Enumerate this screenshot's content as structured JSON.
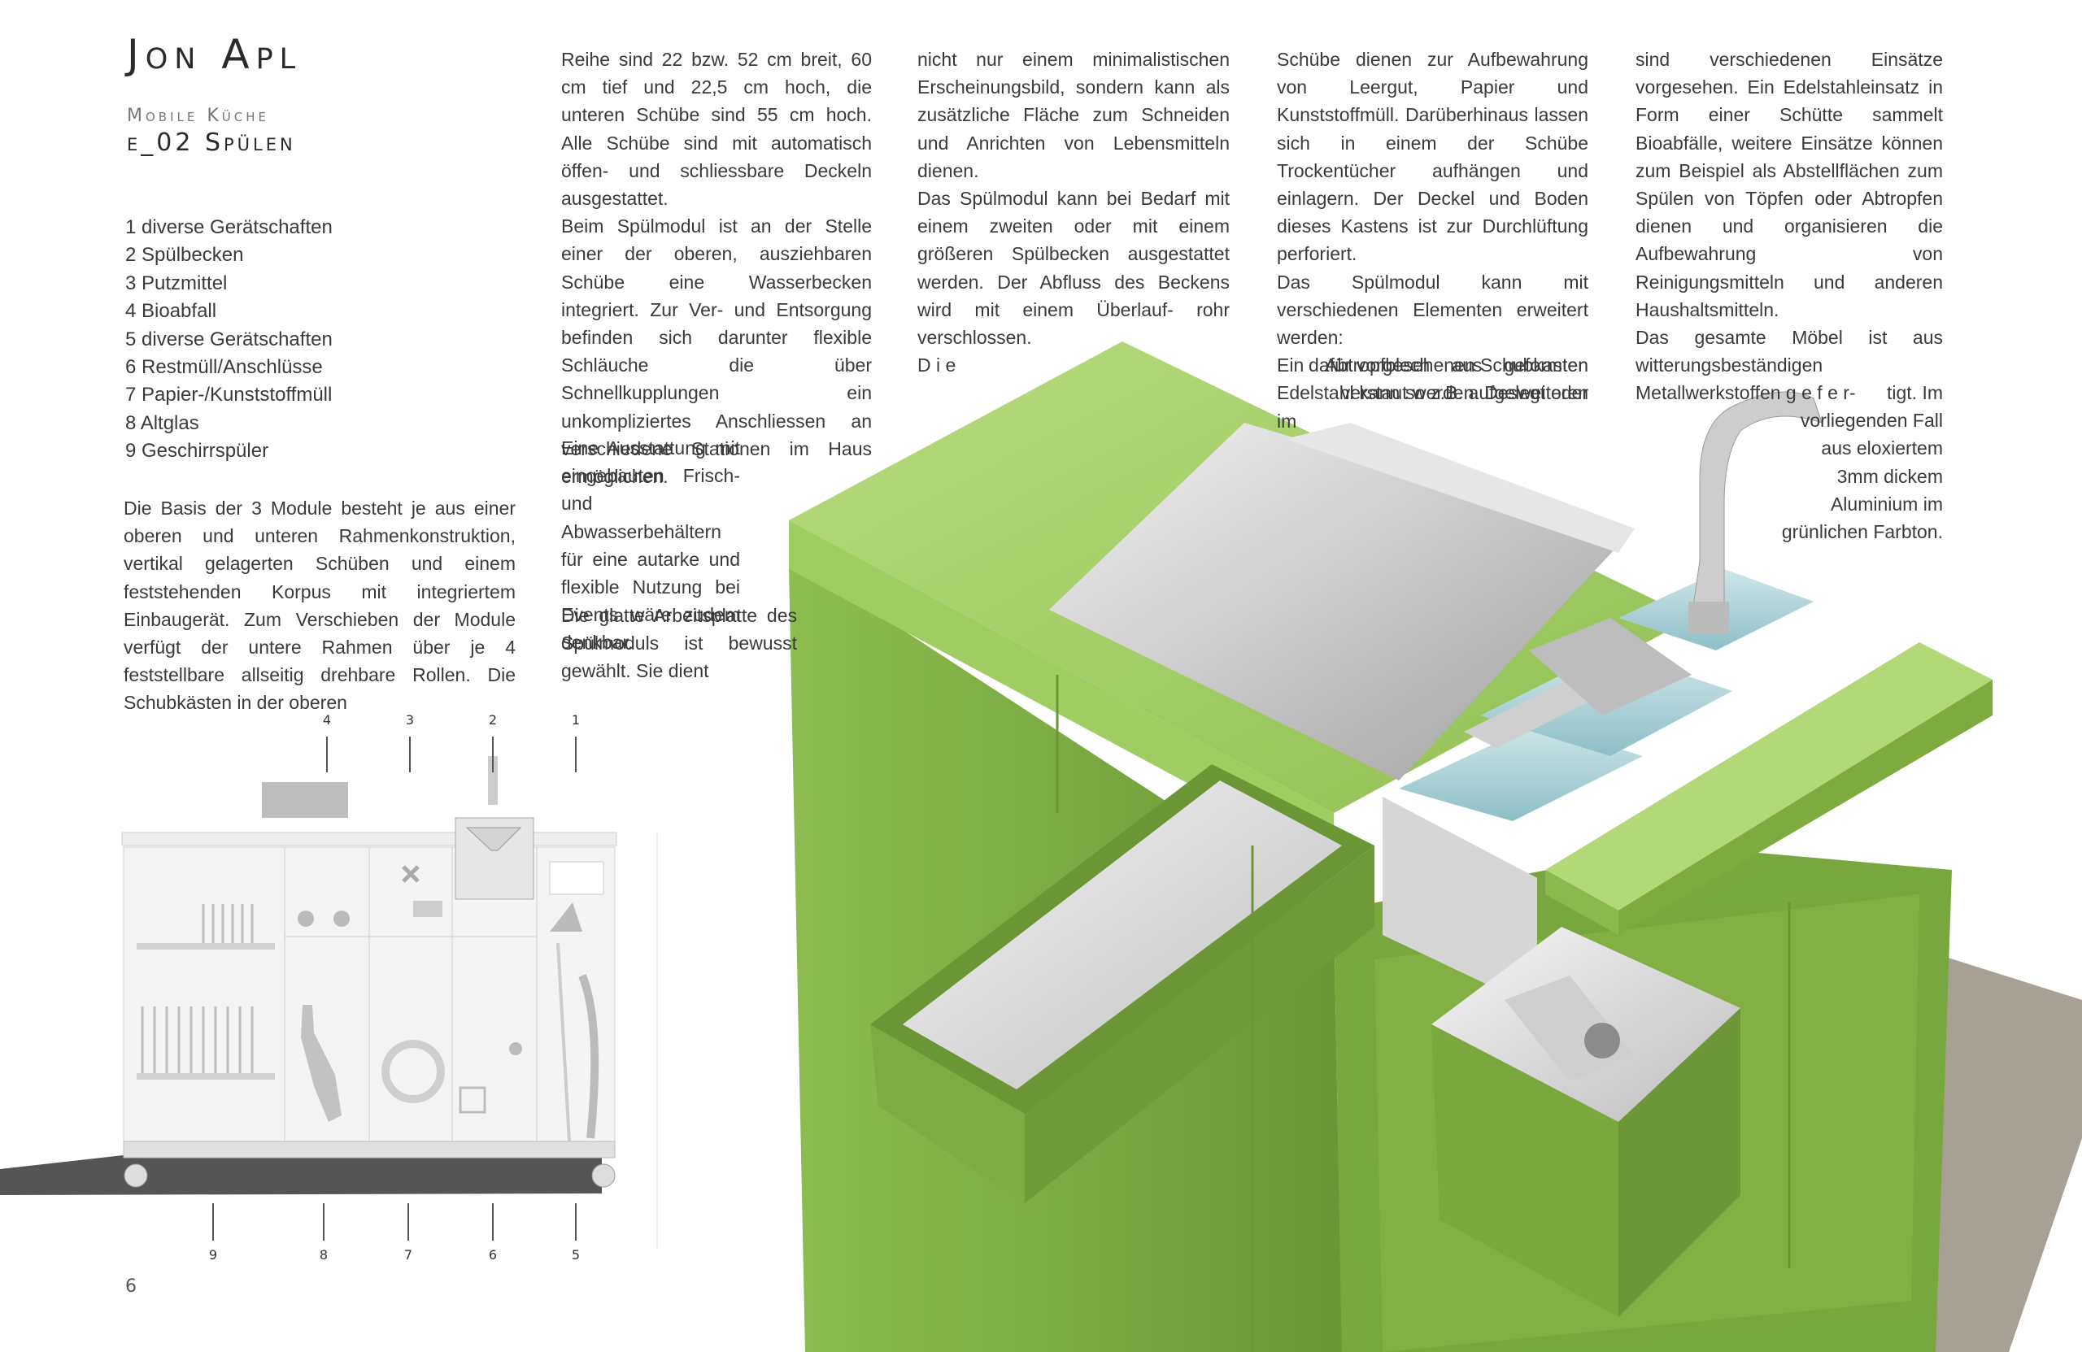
{
  "header": {
    "title": "Jon Apl",
    "subtitle": "Mobile Küche",
    "subtitle2": "e_02 Spülen"
  },
  "legend": [
    "1 diverse Gerätschaften",
    "2 Spülbecken",
    "3 Putzmittel",
    "4 Bioabfall",
    "5 diverse Gerätschaften",
    "6 Restmüll/Anschlüsse",
    "7 Papier-/Kunststoffmüll",
    "8 Altglas",
    "9 Geschirrspüler"
  ],
  "columns": {
    "col1": [
      "Die Basis der 3 Module besteht je aus einer oberen und unteren Rahmenkonstruktion, vertikal gelagerten Schüben und einem feststehenden Korpus mit integriertem Einbaugerät. Zum Verschieben der Module verfügt der untere Rahmen über je 4 feststellbare allseitig drehbare Rollen. Die Schubkästen in der oberen"
    ],
    "col2": [
      "Reihe sind 22 bzw. 52 cm breit, 60 cm tief und 22,5 cm hoch, die unteren Schübe sind 55 cm hoch. Alle Schübe sind mit automatisch öffen- und schliessbare Deckeln ausgestattet.",
      "Beim Spülmodul ist an der Stelle einer der oberen, ausziehbaren Schübe eine Wasserbecken integriert. Zur Ver- und Entsorgung befinden sich darunter flexible Schläuche die über Schnellkupplungen ein unkompliziertes Anschliessen an verschiedene Stationen im Haus ermöglichen."
    ],
    "col2b": "Eine Ausstattung mit eingebauten Frisch- und Abwasserbehältern für eine autarke und flexible Nutzung bei Events wäre zudem denkbar.",
    "col2c": "Die glatte Arbeitsplatte des Spülmoduls ist bewusst gewählt. Sie dient",
    "col3": [
      "nicht nur einem minimalistischen Erscheinungsbild, sondern kann als zusätzliche Fläche zum Schneiden und Anrichten von Lebensmitteln dienen.",
      "Das Spülmodul kann bei Bedarf mit einem zweiten oder mit einem größeren Spülbecken ausgestattet werden. Der Abfluss des Beckens wird mit einem Überlauf- rohr verschlossen.",
      "D i e"
    ],
    "col4": [
      "Schübe dienen zur Aufbewahrung von Leergut, Papier und Kunststoffmüll. Darüberhinaus lassen sich in einem der Schübe Trockentücher aufhängen und einlagern. Der Deckel und Boden dieses Kastens ist zur Durchlüftung perforiert.",
      "Das Spülmodul kann mit verschiedenen Elementen erweitert werden:",
      "Ein Abtropfblech aus geformten Edelstahl kann so z.B. aufgelegt oder im"
    ],
    "col4b": "dafür vorgesehenen Schubkasten verstaut werden. Desweiteren",
    "col5": [
      "sind verschiedenen Einsätze vorgesehen. Ein Edelstahleinsatz in Form einer Schütte sammelt Bioabfälle, weitere Einsätze können zum Beispiel als Abstellflächen zum Spülen von Töpfen oder Abtropfen dienen und organisieren die Aufbewahrung von Reinigungsmitteln und anderen Haushaltsmitteln.",
      "Das gesamte Möbel ist aus witterungsbeständigen Metallwerkstoffen g e f e r-"
    ],
    "col5b": "tigt. Im vorliegenden Fall aus eloxiertem 3mm dickem Aluminium im grünlichen Farbton."
  },
  "callouts_top": [
    "4",
    "3",
    "2",
    "1"
  ],
  "callouts_bottom": [
    "9",
    "8",
    "7",
    "6",
    "5"
  ],
  "page_number": "6",
  "colors": {
    "green_light": "#a8cf6a",
    "green_mid": "#8dbc4f",
    "green_dark": "#6f9a3a",
    "steel": "#d8d8d8",
    "water": "#a7cfd4",
    "shadow": "#a09a8f"
  }
}
